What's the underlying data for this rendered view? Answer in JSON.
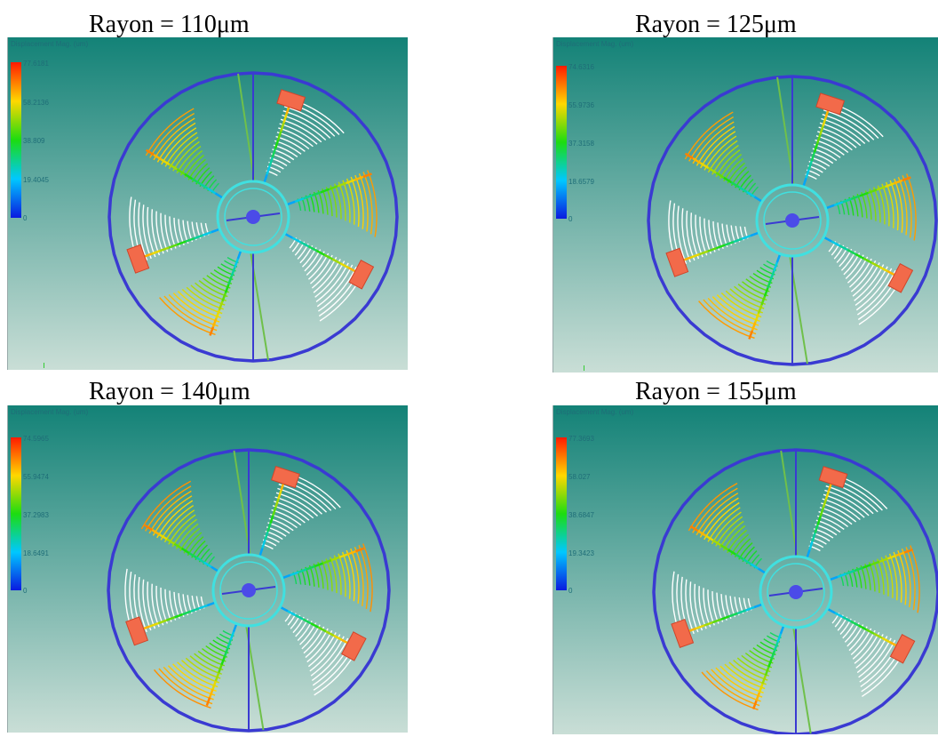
{
  "panels": [
    {
      "title": "Rayon = 110μm",
      "scale_title": "Displacement Mag. (um)",
      "ticks": [
        "77.6181",
        "58.2136",
        "38.809",
        "19.4045",
        "0"
      ]
    },
    {
      "title": "Rayon = 125μm",
      "scale_title": "Displacement Mag. (um)",
      "ticks": [
        "74.6316",
        "55.9736",
        "37.3158",
        "18.6579",
        "0"
      ]
    },
    {
      "title": "Rayon = 140μm",
      "scale_title": "Displacement Mag. (um)",
      "ticks": [
        "74.5965",
        "55.9474",
        "37.2983",
        "18.6491",
        "0"
      ]
    },
    {
      "title": "Rayon = 155μm",
      "scale_title": "Displacement Mag. (um)",
      "ticks": [
        "77.3693",
        "58.027",
        "38.6847",
        "19.3423",
        "0"
      ]
    }
  ],
  "colors": {
    "bg_top": "#138277",
    "bg_bottom": "#c9ded6",
    "ring": "#3a3ad2",
    "hub": "#40e0e0",
    "pad": "#f26a4a"
  }
}
